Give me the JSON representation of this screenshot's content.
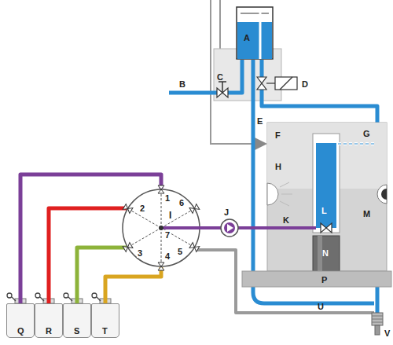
{
  "diagram": {
    "nodes": [
      {
        "text": [
          "A"
        ]
      },
      {
        "text": [
          "1",
          "2",
          "3",
          "4",
          "5",
          "6",
          "7",
          "I"
        ]
      },
      {
        "text": [
          "Q"
        ]
      },
      {
        "text": [
          "R"
        ]
      },
      {
        "text": [
          "S"
        ]
      },
      {
        "text": [
          "T"
        ]
      }
    ],
    "edges": [
      {
        "from": 2,
        "to": 1,
        "arrow": "none"
      },
      {
        "from": 3,
        "to": 1,
        "arrow": "none"
      },
      {
        "from": 4,
        "to": 1,
        "arrow": "none"
      },
      {
        "from": 5,
        "to": 1,
        "arrow": "none"
      }
    ],
    "labels": [
      "B",
      "C",
      "D",
      "E",
      "F",
      "G",
      "H",
      "J",
      "K",
      "L",
      "M",
      "N",
      "P",
      "U",
      "V"
    ]
  }
}
